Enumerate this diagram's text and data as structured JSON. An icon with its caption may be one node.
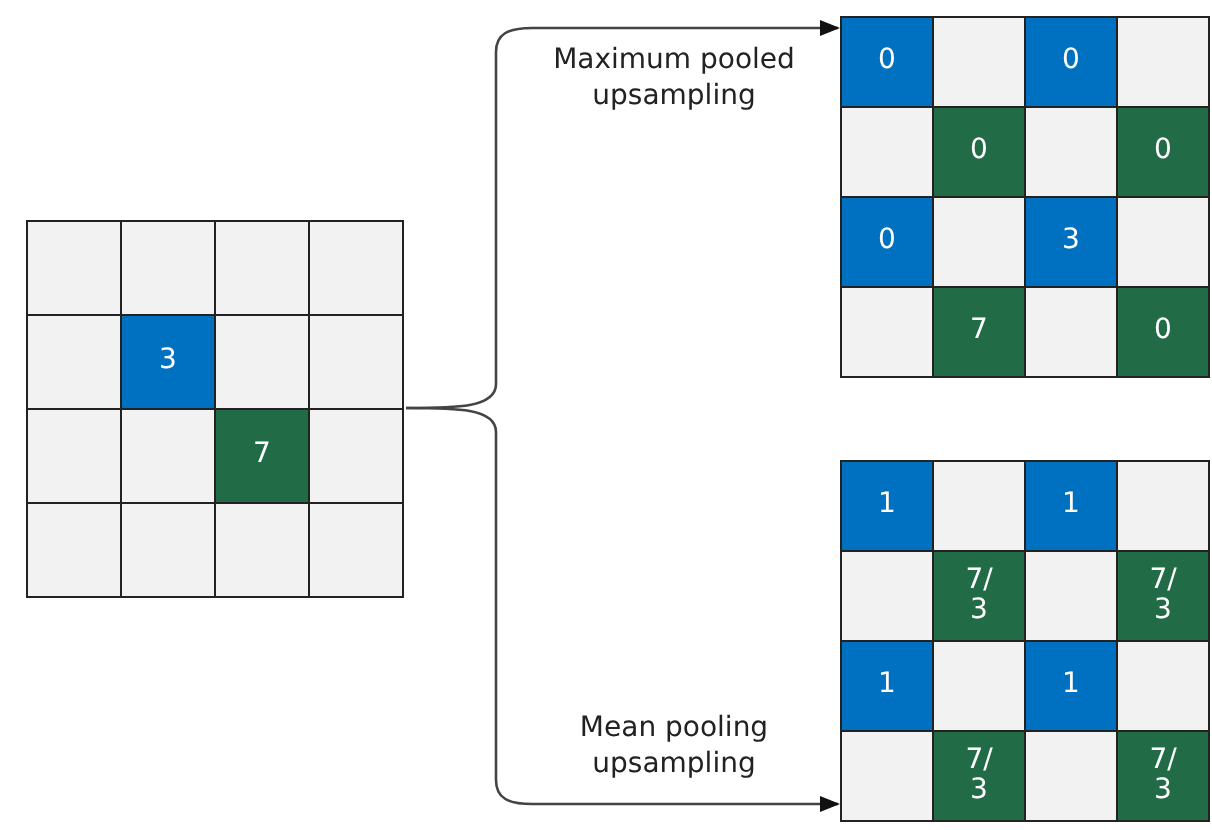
{
  "diagram": {
    "nodes": [
      {
        "text": [],
        "shape": "box"
      },
      {
        "text": [],
        "shape": "box",
        "in": 0
      },
      {
        "text": [],
        "shape": "box",
        "in": 0
      },
      {
        "text": [],
        "shape": "box",
        "in": 0
      },
      {
        "text": [],
        "shape": "box",
        "in": 0
      },
      {
        "text": [],
        "shape": "box",
        "in": 0
      },
      {
        "text": [
          "3"
        ],
        "in": 0
      },
      {
        "text": [],
        "shape": "box",
        "in": 0
      },
      {
        "text": [],
        "shape": "box",
        "in": 0
      },
      {
        "text": [],
        "shape": "box",
        "in": 0
      },
      {
        "text": [],
        "shape": "box",
        "in": 0
      },
      {
        "text": [
          "7"
        ],
        "in": 0
      },
      {
        "text": [],
        "shape": "box",
        "in": 0
      },
      {
        "text": [],
        "shape": "box",
        "in": 0
      },
      {
        "text": [],
        "shape": "box",
        "in": 0
      },
      {
        "text": [],
        "shape": "box",
        "in": 0
      },
      {
        "text": [],
        "shape": "box",
        "in": 0
      },
      {
        "text": [],
        "shape": "box"
      },
      {
        "text": [
          "0"
        ],
        "in": 17
      },
      {
        "text": [],
        "shape": "box",
        "in": 17
      },
      {
        "text": [
          "0"
        ],
        "in": 17
      },
      {
        "text": [],
        "shape": "box",
        "in": 17
      },
      {
        "text": [],
        "shape": "box",
        "in": 17
      },
      {
        "text": [
          "0"
        ],
        "in": 17
      },
      {
        "text": [],
        "shape": "box",
        "in": 17
      },
      {
        "text": [
          "0"
        ],
        "in": 17
      },
      {
        "text": [
          "0"
        ],
        "in": 17
      },
      {
        "text": [],
        "shape": "box",
        "in": 17
      },
      {
        "text": [
          "3"
        ],
        "in": 17
      },
      {
        "text": [],
        "shape": "box",
        "in": 17
      },
      {
        "text": [],
        "shape": "box",
        "in": 17
      },
      {
        "text": [
          "7"
        ],
        "in": 17
      },
      {
        "text": [],
        "shape": "box",
        "in": 17
      },
      {
        "text": [
          "0"
        ],
        "in": 17
      },
      {
        "text": [],
        "shape": "box"
      },
      {
        "text": [
          "1"
        ],
        "in": 34
      },
      {
        "text": [],
        "shape": "box",
        "in": 34
      },
      {
        "text": [
          "1"
        ],
        "in": 34
      },
      {
        "text": [],
        "shape": "box",
        "in": 34
      },
      {
        "text": [],
        "shape": "box",
        "in": 34
      },
      {
        "text": [
          "7/3"
        ],
        "in": 34
      },
      {
        "text": [],
        "shape": "box",
        "in": 34
      },
      {
        "text": [
          "7/3"
        ],
        "in": 34
      },
      {
        "text": [
          "1"
        ],
        "in": 34
      },
      {
        "text": [],
        "shape": "box",
        "in": 34
      },
      {
        "text": [
          "1"
        ],
        "in": 34
      },
      {
        "text": [],
        "shape": "box",
        "in": 34
      },
      {
        "text": [],
        "shape": "box",
        "in": 34
      },
      {
        "text": [
          "7/3"
        ],
        "in": 34
      },
      {
        "text": [],
        "shape": "box",
        "in": 34
      },
      {
        "text": [
          "7/3"
        ],
        "in": 34
      }
    ],
    "edges": [
      {
        "from": 0,
        "to": 17,
        "arrow": "to",
        "label": "Maximum pooled upsampling"
      },
      {
        "from": 0,
        "to": 34,
        "arrow": "to",
        "label": "Mean pooling upsampling"
      }
    ]
  }
}
